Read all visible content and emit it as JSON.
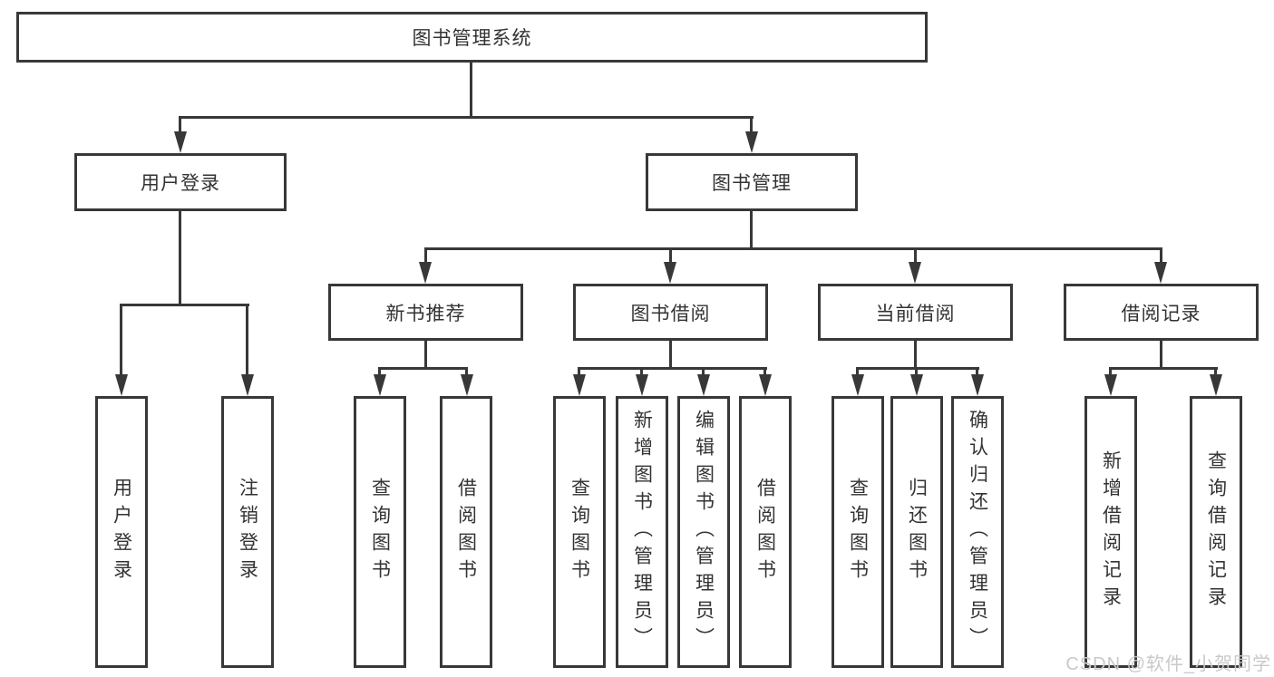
{
  "diagram": {
    "root": {
      "label": "图书管理系统"
    },
    "branches": [
      {
        "label": "用户登录",
        "children": [
          {
            "label": "用户登录"
          },
          {
            "label": "注销登录"
          }
        ]
      },
      {
        "label": "图书管理",
        "children": [
          {
            "label": "新书推荐",
            "children": [
              {
                "label": "查询图书"
              },
              {
                "label": "借阅图书"
              }
            ]
          },
          {
            "label": "图书借阅",
            "children": [
              {
                "label": "查询图书"
              },
              {
                "label": "新增图书（管理员）"
              },
              {
                "label": "编辑图书（管理员）"
              },
              {
                "label": "借阅图书"
              }
            ]
          },
          {
            "label": "当前借阅",
            "children": [
              {
                "label": "查询图书"
              },
              {
                "label": "归还图书"
              },
              {
                "label": "确认归还（管理员）"
              }
            ]
          },
          {
            "label": "借阅记录",
            "children": [
              {
                "label": "新增借阅记录"
              },
              {
                "label": "查询借阅记录"
              }
            ]
          }
        ]
      }
    ]
  },
  "watermark": {
    "text": "CSDN @软件_小贺同学"
  },
  "colors": {
    "line": "#383838",
    "text": "#333333",
    "watermark": "#c9c9c9",
    "background": "#ffffff"
  }
}
